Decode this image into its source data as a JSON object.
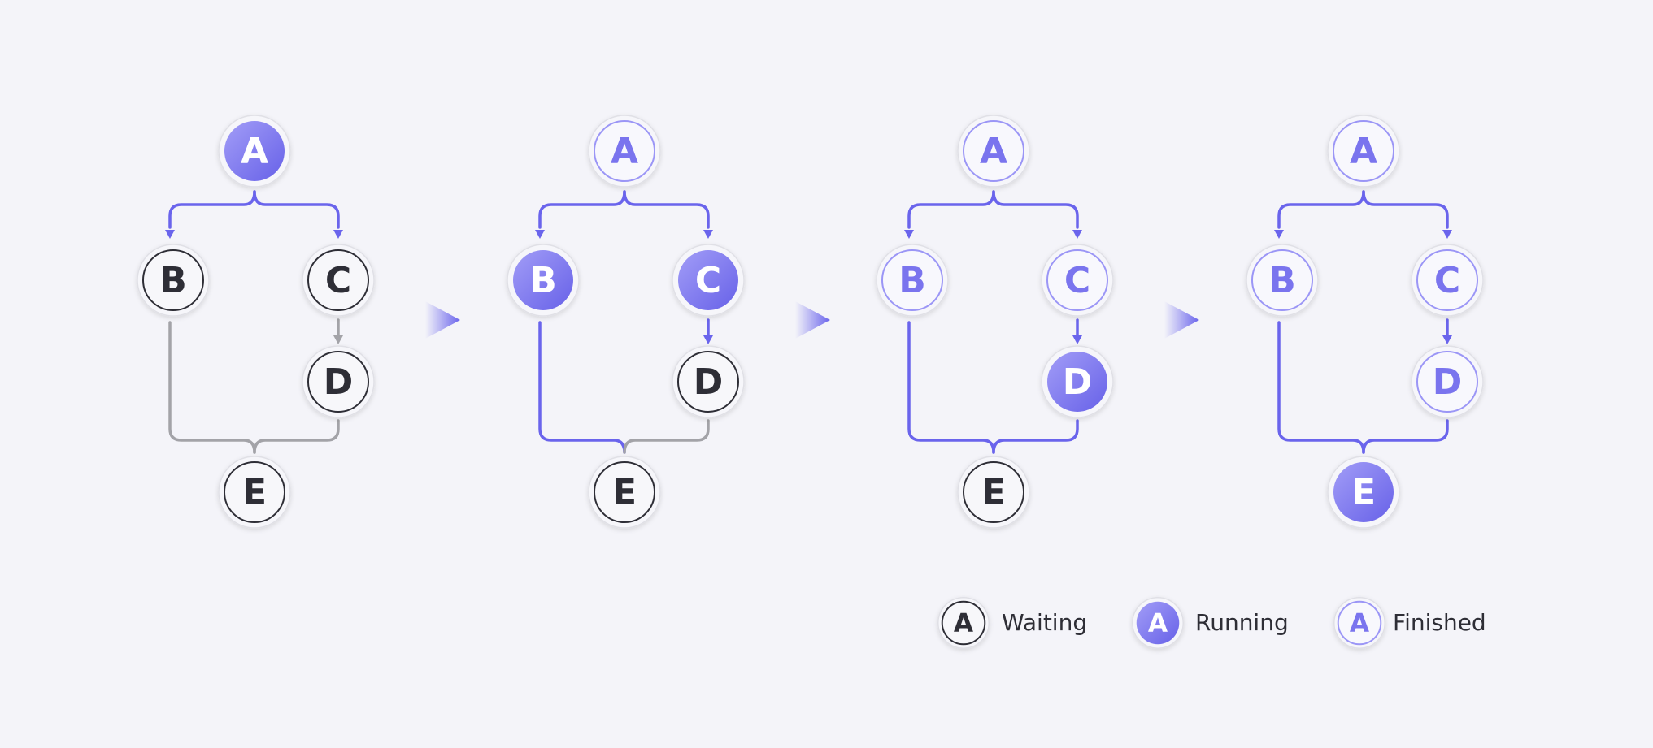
{
  "colors": {
    "background": "#f4f4f9",
    "accent": "#6a64ec",
    "accent_light": "#9b96f6",
    "pending_edge": "#a3a3a8",
    "waiting_ink": "#2e2e36",
    "halo": "#e0e0e6"
  },
  "nodes": [
    "A",
    "B",
    "C",
    "D",
    "E"
  ],
  "edges": [
    {
      "from": "A",
      "to": "B"
    },
    {
      "from": "A",
      "to": "C"
    },
    {
      "from": "C",
      "to": "D"
    },
    {
      "from": "B",
      "to": "E"
    },
    {
      "from": "D",
      "to": "E"
    }
  ],
  "stages": [
    {
      "node_states": {
        "A": "running",
        "B": "waiting",
        "C": "waiting",
        "D": "waiting",
        "E": "waiting"
      },
      "active_edges": [
        "A-B",
        "A-C"
      ]
    },
    {
      "node_states": {
        "A": "finished",
        "B": "running",
        "C": "running",
        "D": "waiting",
        "E": "waiting"
      },
      "active_edges": [
        "A-B",
        "A-C",
        "C-D",
        "B-E"
      ]
    },
    {
      "node_states": {
        "A": "finished",
        "B": "finished",
        "C": "finished",
        "D": "running",
        "E": "waiting"
      },
      "active_edges": [
        "A-B",
        "A-C",
        "C-D",
        "B-E",
        "D-E"
      ]
    },
    {
      "node_states": {
        "A": "finished",
        "B": "finished",
        "C": "finished",
        "D": "finished",
        "E": "running"
      },
      "active_edges": [
        "A-B",
        "A-C",
        "C-D",
        "B-E",
        "D-E"
      ]
    }
  ],
  "legend": [
    {
      "state": "waiting",
      "letter": "A",
      "label": "Waiting"
    },
    {
      "state": "running",
      "letter": "A",
      "label": "Running"
    },
    {
      "state": "finished",
      "letter": "A",
      "label": "Finished"
    }
  ]
}
